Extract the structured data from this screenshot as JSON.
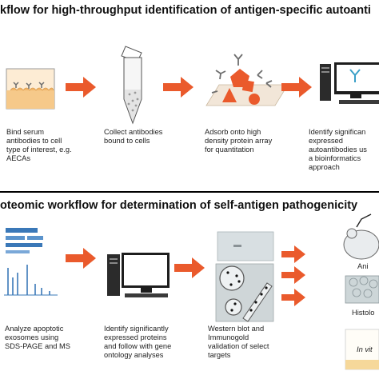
{
  "panels": [
    {
      "title": "kflow for high-throughput identification of antigen-specific autoanti",
      "steps": [
        {
          "caption": "Bind serum\nantibodies to cell\ntype of interest, e.g.\nAECAs",
          "icon": "cell-dish-icon"
        },
        {
          "caption": "Collect antibodies\nbound to cells",
          "icon": "tube-icon"
        },
        {
          "caption": "Adsorb onto high\ndensity protein array\nfor quantitation",
          "icon": "protein-array-icon"
        },
        {
          "caption": "Identify significan\nexpressed\nautoantibodies us\na bioinformatics\napproach",
          "icon": "computer-icon"
        }
      ]
    },
    {
      "title": "oteomic workflow for determination of self-antigen pathogenicity",
      "steps": [
        {
          "caption": "Analyze apoptotic\nexosomes using\nSDS-PAGE and MS",
          "icon": "gel-spectrum-icon"
        },
        {
          "caption": "Identify significantly\nexpressed proteins\nand follow with gene\nontology analyses",
          "icon": "computer-icon"
        },
        {
          "caption": "Western blot and\nImmunogold\nvalidation of select\ntargets",
          "icon": "blot-immunogold-icon"
        },
        {
          "caption": "",
          "icon": "mouse-histology-icon"
        }
      ],
      "side_labels": [
        "Ani",
        "Histolo",
        "In vit"
      ]
    }
  ],
  "colors": {
    "arrow": "#ea5a2c",
    "divider": "#000000",
    "gel_band": "#3a78b8",
    "dish": "#f4c88a"
  }
}
